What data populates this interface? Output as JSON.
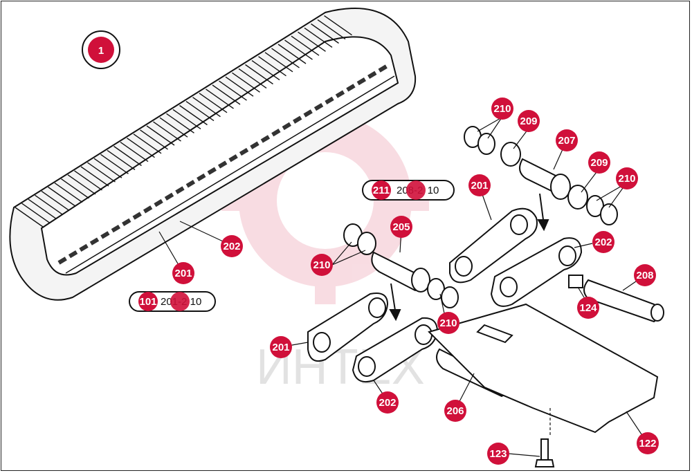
{
  "diagram": {
    "main_badge": "1",
    "accent_color": "#d0103a",
    "watermark_text": "ИНТЕХ",
    "callouts": [
      {
        "id": "c210a",
        "text": "210"
      },
      {
        "id": "c209a",
        "text": "209"
      },
      {
        "id": "c207",
        "text": "207"
      },
      {
        "id": "c209b",
        "text": "209"
      },
      {
        "id": "c210b",
        "text": "210"
      },
      {
        "id": "c201a",
        "text": "201"
      },
      {
        "id": "c202a",
        "text": "202"
      },
      {
        "id": "c205",
        "text": "205"
      },
      {
        "id": "c210c",
        "text": "210"
      },
      {
        "id": "c210d",
        "text": "210"
      },
      {
        "id": "c208",
        "text": "208"
      },
      {
        "id": "c124",
        "text": "124"
      },
      {
        "id": "c201b",
        "text": "201"
      },
      {
        "id": "c202b",
        "text": "202"
      },
      {
        "id": "c206",
        "text": "206"
      },
      {
        "id": "c122",
        "text": "122"
      },
      {
        "id": "c123",
        "text": "123"
      },
      {
        "id": "c202c",
        "text": "202"
      },
      {
        "id": "c201c",
        "text": "201"
      }
    ],
    "pill_groups": [
      {
        "id": "pill1",
        "prefix": "211",
        "rest": "208-2",
        "badge2": "10"
      },
      {
        "id": "pill2",
        "prefix": "101",
        "rest": "201-2",
        "badge2": "10"
      }
    ]
  }
}
